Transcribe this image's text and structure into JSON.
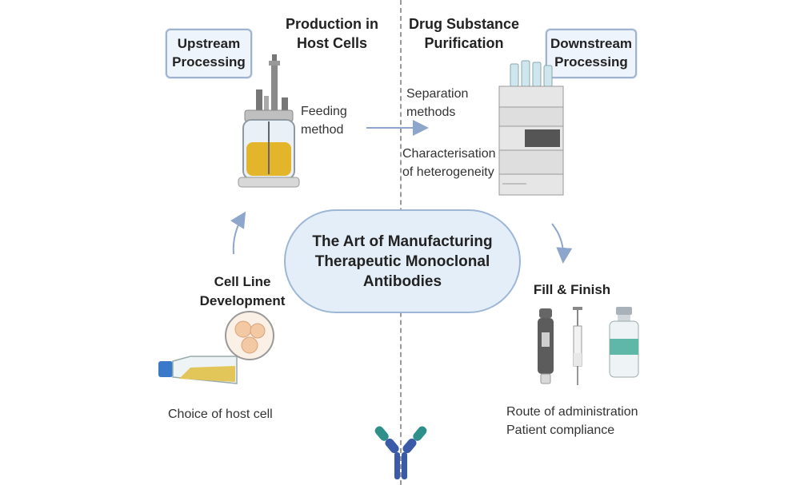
{
  "title": "The Art of Manufacturing Therapeutic Monoclonal Antibodies",
  "title_lines": [
    "The Art of Manufacturing",
    "Therapeutic Monoclonal",
    "Antibodies"
  ],
  "upstream": {
    "line1": "Upstream",
    "line2": "Processing"
  },
  "downstream": {
    "line1": "Downstream",
    "line2": "Processing"
  },
  "production": {
    "line1": "Production in",
    "line2": "Host Cells"
  },
  "purification": {
    "line1": "Drug Substance",
    "line2": "Purification"
  },
  "feeding": {
    "line1": "Feeding",
    "line2": "method"
  },
  "separation": {
    "line1": "Separation",
    "line2": "methods"
  },
  "characterisation": {
    "line1": "Characterisation",
    "line2": "of heterogeneity"
  },
  "cell_line": {
    "line1": "Cell Line",
    "line2": "Development"
  },
  "choice": "Choice of host cell",
  "fill_finish": "Fill & Finish",
  "route": "Route of administration",
  "compliance": "Patient compliance",
  "icons": [
    "bioreactor-icon",
    "chromatography-system-icon",
    "cell-culture-flask-icon",
    "cells-magnified-icon",
    "autoinjector-icon",
    "syringe-icon",
    "vial-icon",
    "antibody-icon"
  ],
  "colors": {
    "box_border": "#9fb3cf",
    "box_fill": "#eef4fb",
    "pill_fill": "#e4eef8",
    "arrow": "#8ea6cc",
    "liquid": "#e3b52a",
    "antibody_teal": "#2f8f8a",
    "antibody_blue": "#3b5aa8"
  }
}
